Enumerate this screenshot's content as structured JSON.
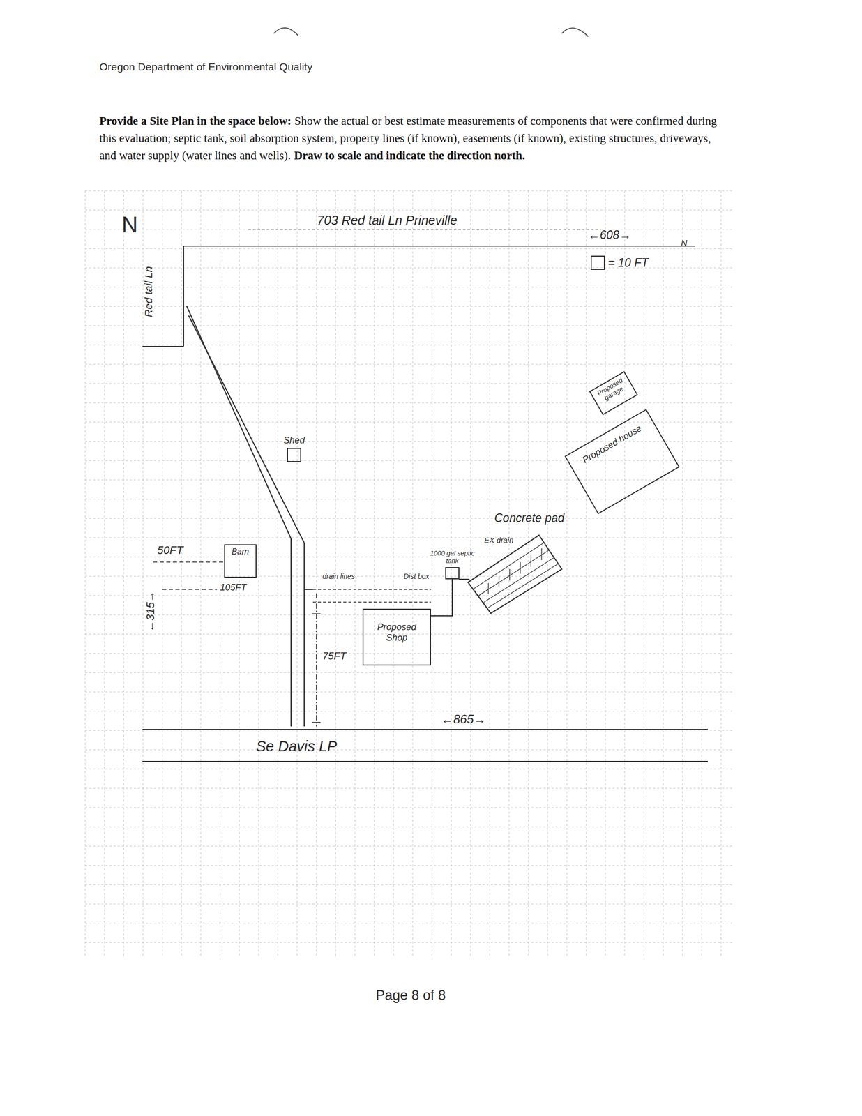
{
  "diagram": {
    "nodes": [
      {
        "text": [
          "Proposed garage"
        ]
      },
      {
        "text": [
          "Proposed house"
        ]
      },
      {
        "text": [
          "Shed"
        ]
      },
      {
        "text": [
          "Barn"
        ]
      },
      {
        "text": [
          "1000 gal septic tank"
        ]
      },
      {
        "text": [
          "Proposed Shop"
        ]
      }
    ],
    "edges": [
      {
        "from": 5,
        "to": 4,
        "arrow": "none"
      }
    ],
    "labels": [
      "Oregon Department of Environmental Quality",
      "Provide a Site Plan in the space below:",
      "Show the actual or best estimate measurements of components that were confirmed during this evaluation; septic tank, soil absorption system, property lines (if known), easements (if known), existing structures, driveways, and water supply (water lines and wells).",
      "Draw to scale and indicate the direction north.",
      "N",
      "703 Red tail Ln Prineville",
      "←608→",
      "N",
      "Red tail Ln",
      "Concrete pad",
      "EX drain",
      "Dist box",
      "drain lines",
      "50FT",
      "105FT",
      "←315→",
      "75FT",
      "←865→",
      "Se Davis LP",
      "Page 8 of 8"
    ],
    "legend": [
      {
        "text": "= 10 FT"
      }
    ]
  }
}
